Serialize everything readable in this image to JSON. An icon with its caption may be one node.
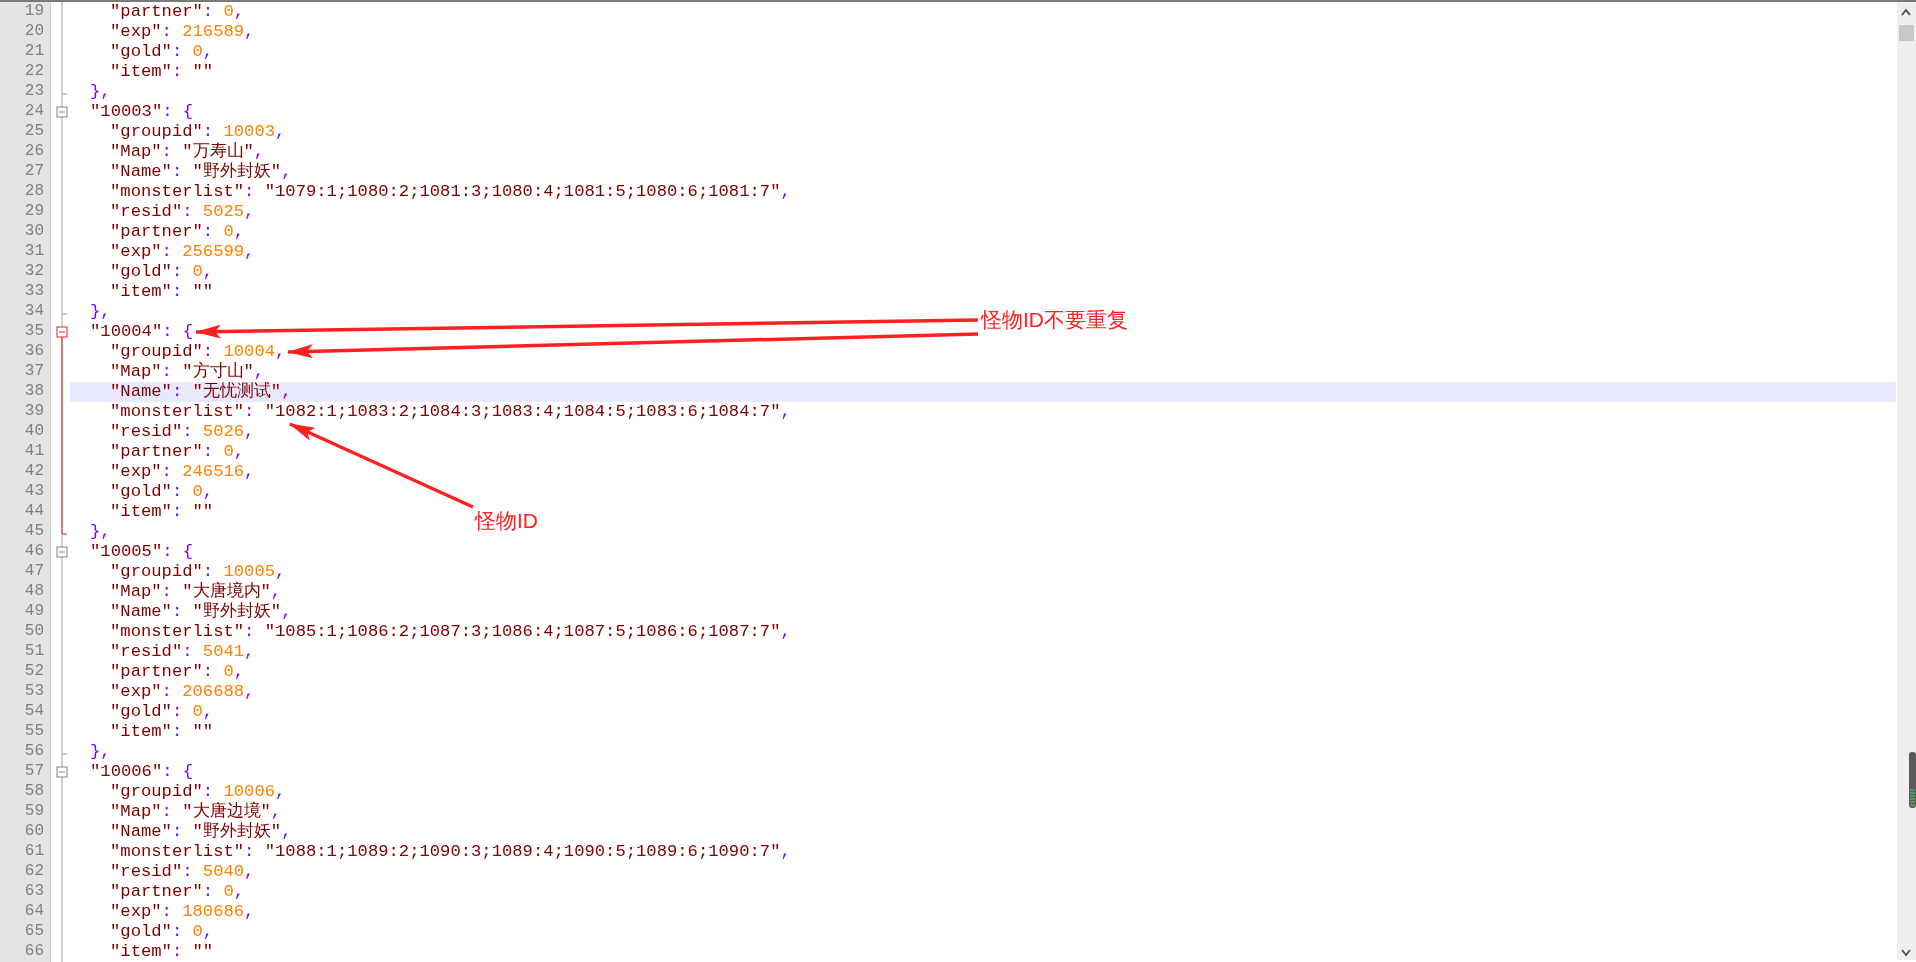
{
  "diagram": {
    "nodes": [
      {
        "text": [
          "怪物ID不要重复"
        ]
      },
      {
        "text": [
          "\"10004\": {"
        ]
      },
      {
        "text": [
          "\"groupid\": 10004,"
        ]
      },
      {
        "text": [
          "\"monsterlist\": \"1082:1;1083:2;1084:3;1083:4;1084:5;1083:6;1084:7\","
        ]
      },
      {
        "text": [
          "怪物ID"
        ]
      }
    ],
    "edges": [
      {
        "from": 0,
        "to": 1,
        "arrow": "to"
      },
      {
        "from": 0,
        "to": 2,
        "arrow": "to"
      },
      {
        "from": 4,
        "to": 3,
        "arrow": "to"
      }
    ],
    "labels": [
      "19",
      "\"partner\": 0,",
      "20",
      "\"exp\": 216589,",
      "21",
      "\"gold\": 0,",
      "22",
      "\"item\": \"\"",
      "23",
      "},",
      "24",
      "\"10003\": {",
      "25",
      "\"groupid\": 10003,",
      "26",
      "\"Map\": \"万寿山\",",
      "27",
      "\"Name\": \"野外封妖\",",
      "28",
      "\"monsterlist\": \"1079:1;1080:2;1081:3;1080:4;1081:5;1080:6;1081:7\",",
      "29",
      "\"resid\": 5025,",
      "30",
      "\"partner\": 0,",
      "31",
      "\"exp\": 256599,",
      "32",
      "\"gold\": 0,",
      "33",
      "\"item\": \"\"",
      "34",
      "},",
      "35",
      "36",
      "37",
      "\"Map\": \"方寸山\",",
      "38",
      "\"Name\": \"无忧测试\",",
      "39",
      "40",
      "\"resid\": 5026,",
      "41",
      "\"partner\": 0,",
      "42",
      "\"exp\": 246516,",
      "43",
      "\"gold\": 0,",
      "44",
      "\"item\": \"\"",
      "45",
      "},",
      "46",
      "\"10005\": {",
      "47",
      "\"groupid\": 10005,",
      "48",
      "\"Map\": \"大唐境内\",",
      "49",
      "\"Name\": \"野外封妖\",",
      "50",
      "\"monsterlist\": \"1085:1;1086:2;1087:3;1086:4;1087:5;1086:6;1087:7\",",
      "51",
      "\"resid\": 5041,",
      "52",
      "\"partner\": 0,",
      "53",
      "\"exp\": 206688,",
      "54",
      "\"gold\": 0,",
      "55",
      "\"item\": \"\"",
      "56",
      "},",
      "57",
      "\"10006\": {",
      "58",
      "\"groupid\": 10006,",
      "59",
      "\"Map\": \"大唐边境\",",
      "60",
      "\"Name\": \"野外封妖\",",
      "61",
      "\"monsterlist\": \"1088:1;1089:2;1090:3;1089:4;1090:5;1089:6;1090:7\",",
      "62",
      "\"resid\": 5040,",
      "63",
      "\"partner\": 0,",
      "64",
      "\"exp\": 180686,",
      "65",
      "\"gold\": 0,",
      "66",
      "\"item\": \"\""
    ]
  }
}
